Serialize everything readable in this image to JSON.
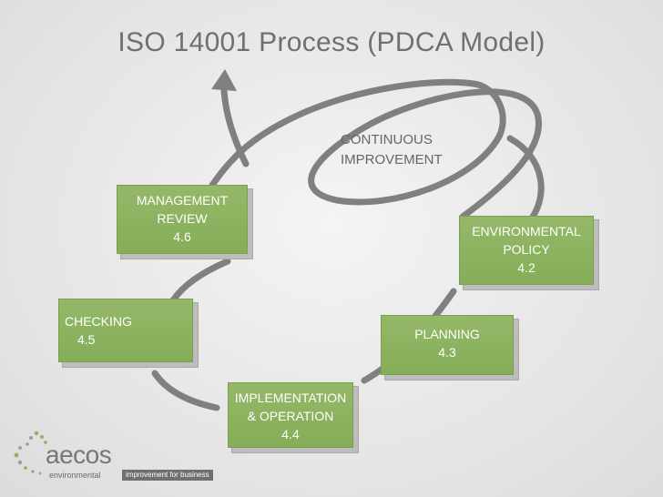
{
  "slide": {
    "title": "ISO 14001 Process (PDCA Model)",
    "continuous_improvement": {
      "line1": "CONTINUOUS",
      "line2": "IMPROVEMENT"
    }
  },
  "stages": {
    "management_review": {
      "line1": "MANAGEMENT",
      "line2": "REVIEW",
      "clause": "4.6"
    },
    "environmental_policy": {
      "line1": "ENVIRONMENTAL",
      "line2": "POLICY",
      "clause": "4.2"
    },
    "planning": {
      "line1": "PLANNING",
      "clause": "4.3"
    },
    "implementation": {
      "line1": "IMPLEMENTATION",
      "line2": "& OPERATION",
      "clause": "4.4"
    },
    "checking": {
      "line1": "CHECKING",
      "clause": "4.5"
    }
  },
  "logo": {
    "word": "aecos",
    "sub": "environmental",
    "tagline": "improvement for business"
  },
  "colors": {
    "box_fill": "#8db35f",
    "arrow": "#808080",
    "title_text": "#707070"
  }
}
